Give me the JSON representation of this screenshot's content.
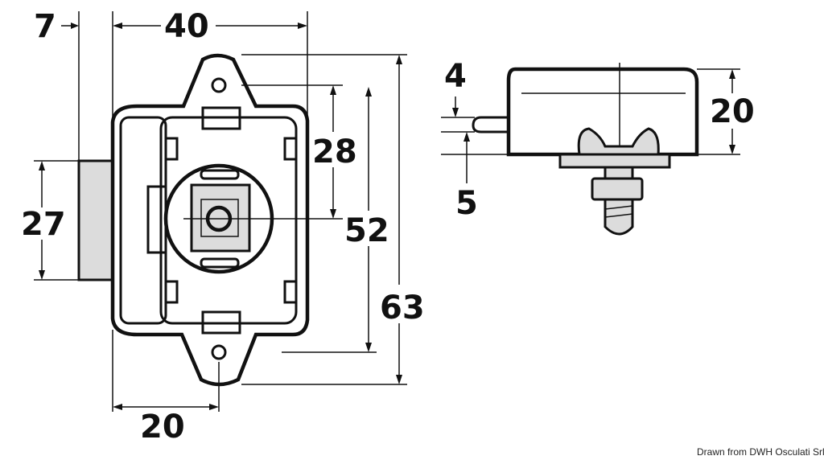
{
  "labels": {
    "front_width_top": "40",
    "offset_left": "7",
    "height_28": "28",
    "height_52": "52",
    "height_63": "63",
    "height_27": "27",
    "width_bottom": "20",
    "side_depth": "20",
    "side_4": "4",
    "side_5": "5"
  },
  "credit": "Drawn from DWH Osculati Srl",
  "colors": {
    "stroke": "#111111",
    "body_fill": "#dcdcdc",
    "background": "#ffffff"
  }
}
